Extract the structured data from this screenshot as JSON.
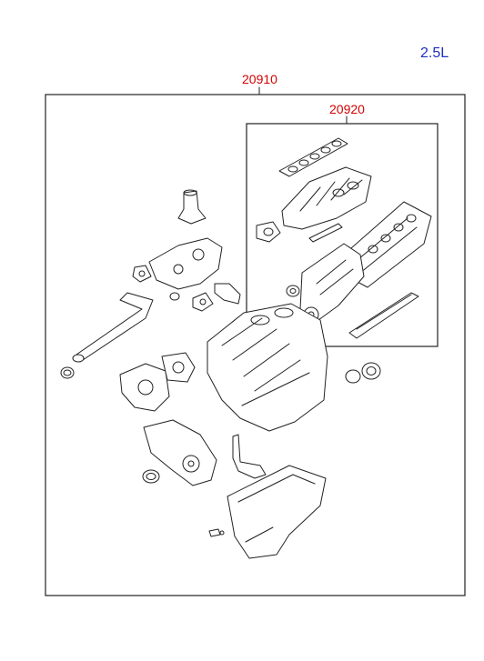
{
  "engine_label": "2.5L",
  "kit_outer": {
    "part_number": "20910"
  },
  "kit_inner": {
    "part_number": "20920"
  },
  "colors": {
    "part_number": "#d40000",
    "engine_label": "#1f2fbf",
    "line": "#222222"
  }
}
